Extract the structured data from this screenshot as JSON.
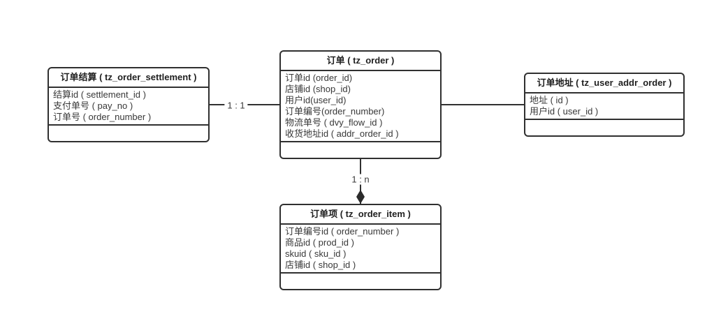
{
  "colors": {
    "background": "#ffffff",
    "stroke": "#303030",
    "title_text": "#1f1f1f",
    "field_text": "#383838"
  },
  "entities": [
    {
      "id": "tz_order_settlement",
      "title": "订单结算 ( tz_order_settlement )",
      "fields": [
        "结算id ( settlement_id )",
        "支付单号 ( pay_no )",
        "订单号 ( order_number )"
      ]
    },
    {
      "id": "tz_order",
      "title": "订单 ( tz_order )",
      "fields": [
        "订单id (order_id)",
        "店铺id (shop_id)",
        "用户id(user_id)",
        "订单编号(order_number)",
        "物流单号 ( dvy_flow_id )",
        "收货地址id ( addr_order_id )"
      ]
    },
    {
      "id": "tz_user_addr_order",
      "title": "订单地址 ( tz_user_addr_order )",
      "fields": [
        "地址 ( id )",
        "用户id ( user_id )"
      ]
    },
    {
      "id": "tz_order_item",
      "title": "订单项 ( tz_order_item )",
      "fields": [
        "订单编号id ( order_number )",
        "商品id ( prod_id )",
        "skuid ( sku_id )",
        "店铺id ( shop_id )"
      ]
    }
  ],
  "relations": [
    {
      "from": "tz_order_settlement",
      "to": "tz_order",
      "label": "1 : 1"
    },
    {
      "from": "tz_order",
      "to": "tz_order_item",
      "label": "1 : n"
    },
    {
      "from": "tz_order",
      "to": "tz_user_addr_order",
      "label": ""
    }
  ]
}
